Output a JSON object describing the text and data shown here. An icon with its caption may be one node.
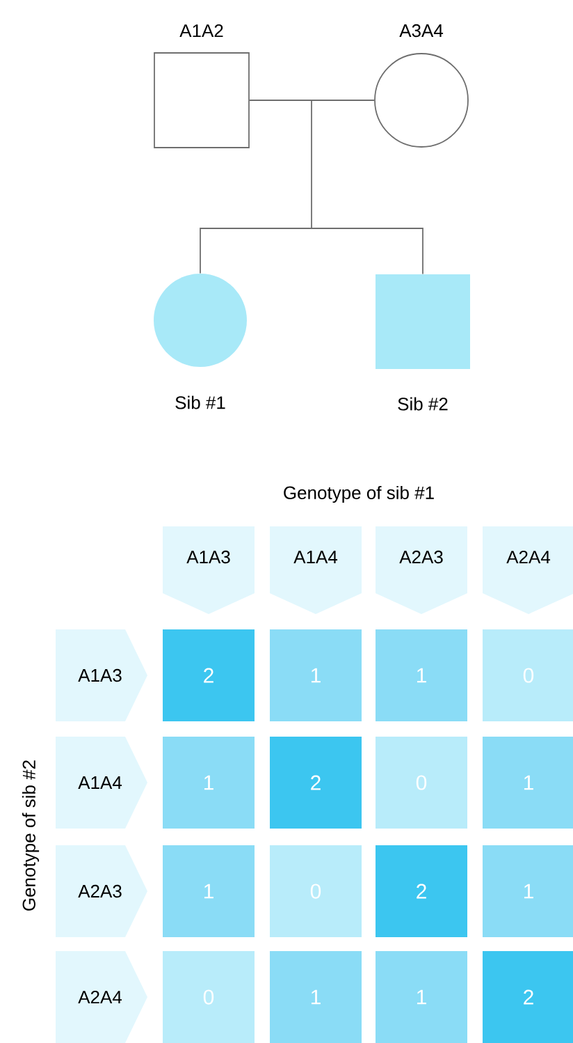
{
  "diagram": {
    "nodes": [
      {
        "text": [
          "A1A2"
        ]
      },
      {
        "text": [
          "A3A4"
        ]
      },
      {
        "text": [
          "Sib #1"
        ]
      },
      {
        "text": [
          "Sib #2"
        ]
      },
      {
        "text": [
          "A1A3"
        ]
      },
      {
        "text": [
          "A1A4"
        ]
      },
      {
        "text": [
          "A2A3"
        ]
      },
      {
        "text": [
          "A2A4"
        ]
      },
      {
        "text": [
          "A1A3"
        ]
      },
      {
        "text": [
          "2"
        ]
      },
      {
        "text": [
          "1"
        ]
      },
      {
        "text": [
          "1"
        ]
      },
      {
        "text": [
          "0"
        ]
      },
      {
        "text": [
          "A1A4"
        ]
      },
      {
        "text": [
          "1"
        ]
      },
      {
        "text": [
          "2"
        ]
      },
      {
        "text": [
          "0"
        ]
      },
      {
        "text": [
          "1"
        ]
      },
      {
        "text": [
          "A2A3"
        ]
      },
      {
        "text": [
          "1"
        ]
      },
      {
        "text": [
          "0"
        ]
      },
      {
        "text": [
          "2"
        ]
      },
      {
        "text": [
          "1"
        ]
      },
      {
        "text": [
          "A2A4"
        ]
      },
      {
        "text": [
          "0"
        ]
      },
      {
        "text": [
          "1"
        ]
      },
      {
        "text": [
          "1"
        ]
      },
      {
        "text": [
          "2"
        ]
      }
    ],
    "edges": [
      {
        "from": 0,
        "to": 1,
        "arrow": "none"
      },
      {
        "from": 0,
        "to": 2,
        "arrow": "none"
      },
      {
        "from": 1,
        "to": 2,
        "arrow": "none"
      },
      {
        "from": 0,
        "to": 3,
        "arrow": "none"
      },
      {
        "from": 1,
        "to": 3,
        "arrow": "none"
      }
    ],
    "labels": [
      "Genotype of sib #1",
      "Genotype of sib #2"
    ]
  }
}
